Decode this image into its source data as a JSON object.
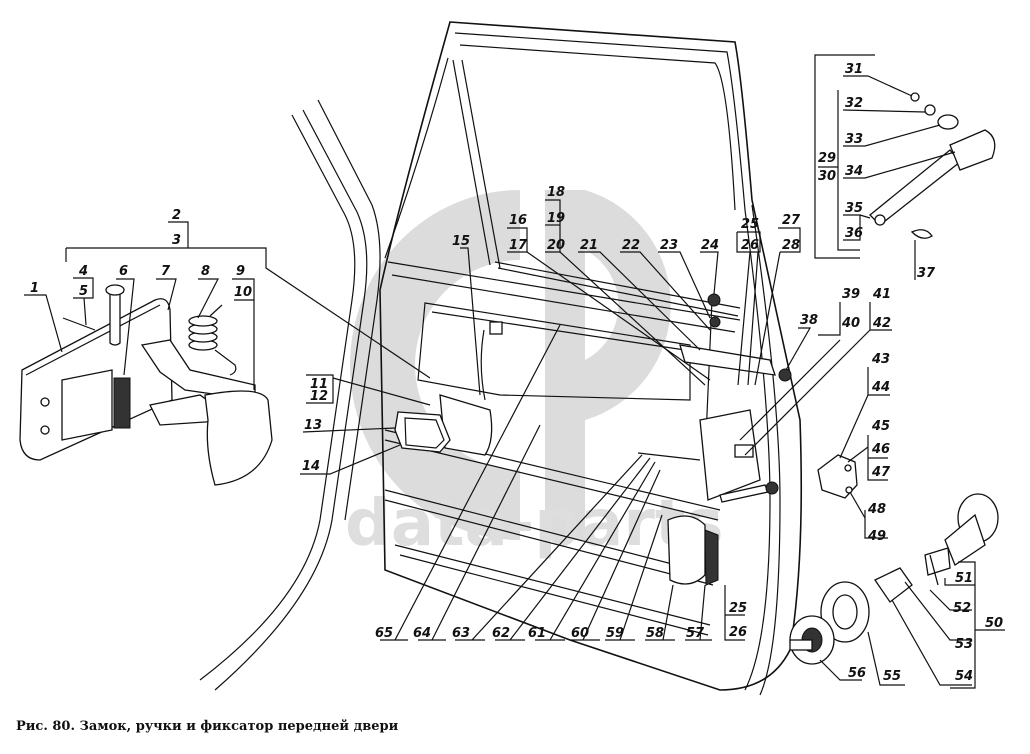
{
  "figure": {
    "caption": "Рис. 80. Замок, ручки и фиксатор передней двери",
    "watermark": {
      "logo": "gb-logo",
      "text": "data-parts"
    }
  },
  "labels": {
    "l1": "1",
    "l2": "2",
    "l3": "3",
    "l4": "4",
    "l5": "5",
    "l6": "6",
    "l7": "7",
    "l8": "8",
    "l9": "9",
    "l10": "10",
    "l11": "11",
    "l12": "12",
    "l13": "13",
    "l14": "14",
    "l15": "15",
    "l16": "16",
    "l17": "17",
    "l18": "18",
    "l19": "19",
    "l20": "20",
    "l21": "21",
    "l22": "22",
    "l23": "23",
    "l24": "24",
    "l25": "25",
    "l26": "26",
    "l27": "27",
    "l28": "28",
    "l29": "29",
    "l30": "30",
    "l31": "31",
    "l32": "32",
    "l33": "33",
    "l34": "34",
    "l35": "35",
    "l36": "36",
    "l37": "37",
    "l38": "38",
    "l39": "39",
    "l40": "40",
    "l41": "41",
    "l42": "42",
    "l43": "43",
    "l44": "44",
    "l45": "45",
    "l46": "46",
    "l47": "47",
    "l48": "48",
    "l49": "49",
    "l50": "50",
    "l51": "51",
    "l52": "52",
    "l53": "53",
    "l54": "54",
    "l55": "55",
    "l56": "56",
    "l57": "57",
    "l58": "58",
    "l59": "59",
    "l60": "60",
    "l61": "61",
    "l62": "62",
    "l63": "63",
    "l64": "64",
    "l65": "65",
    "l25b": "25",
    "l26b": "26"
  }
}
